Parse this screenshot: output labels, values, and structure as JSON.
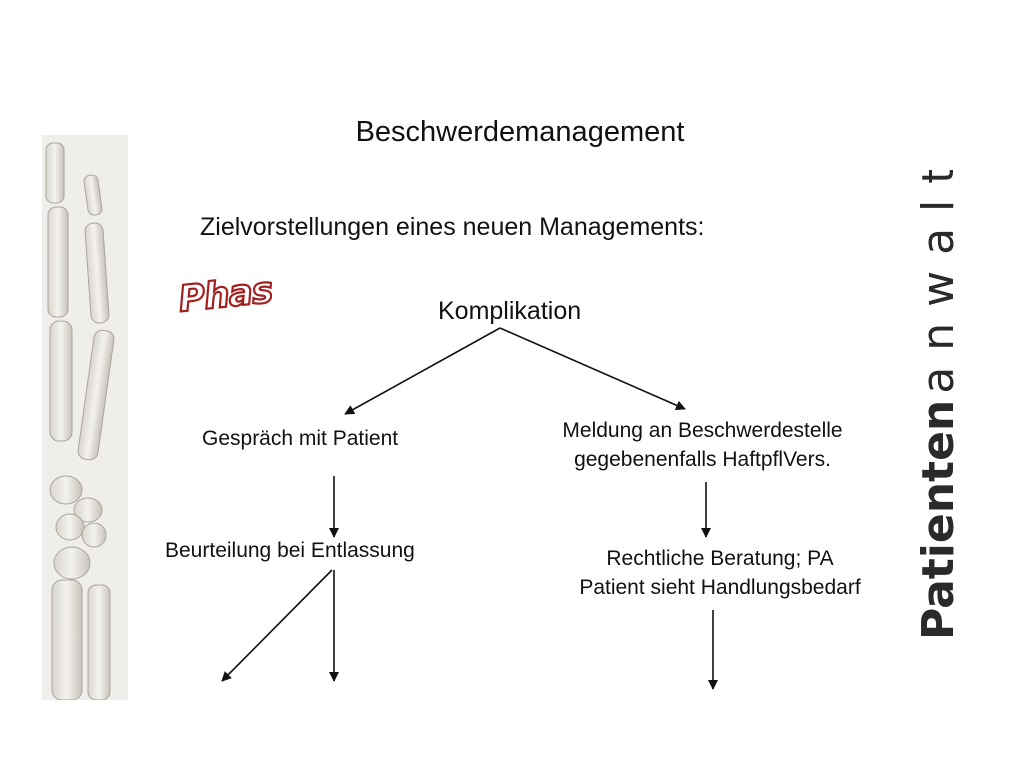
{
  "slide": {
    "title": "Beschwerdemanagement",
    "subtitle": "Zielvorstellungen eines neuen Managements:",
    "stamp_text": "Phase II",
    "logo_text": "Patientenanwalt"
  },
  "diagram": {
    "root": "Komplikation",
    "left_branch": {
      "step1": "Gespräch mit Patient",
      "step2": "Beurteilung bei Entlassung"
    },
    "right_branch": {
      "step1_line1": "Meldung an Beschwerdestelle",
      "step1_line2": "gegebenenfalls  HaftpflVers.",
      "step2_line1": "Rechtliche Beratung; PA",
      "step2_line2": "Patient sieht Handlungsbedarf"
    }
  },
  "colors": {
    "text": "#111111",
    "stamp": "#a32020",
    "bone": "#c9c6bf",
    "logo": "#2a2a2a"
  }
}
